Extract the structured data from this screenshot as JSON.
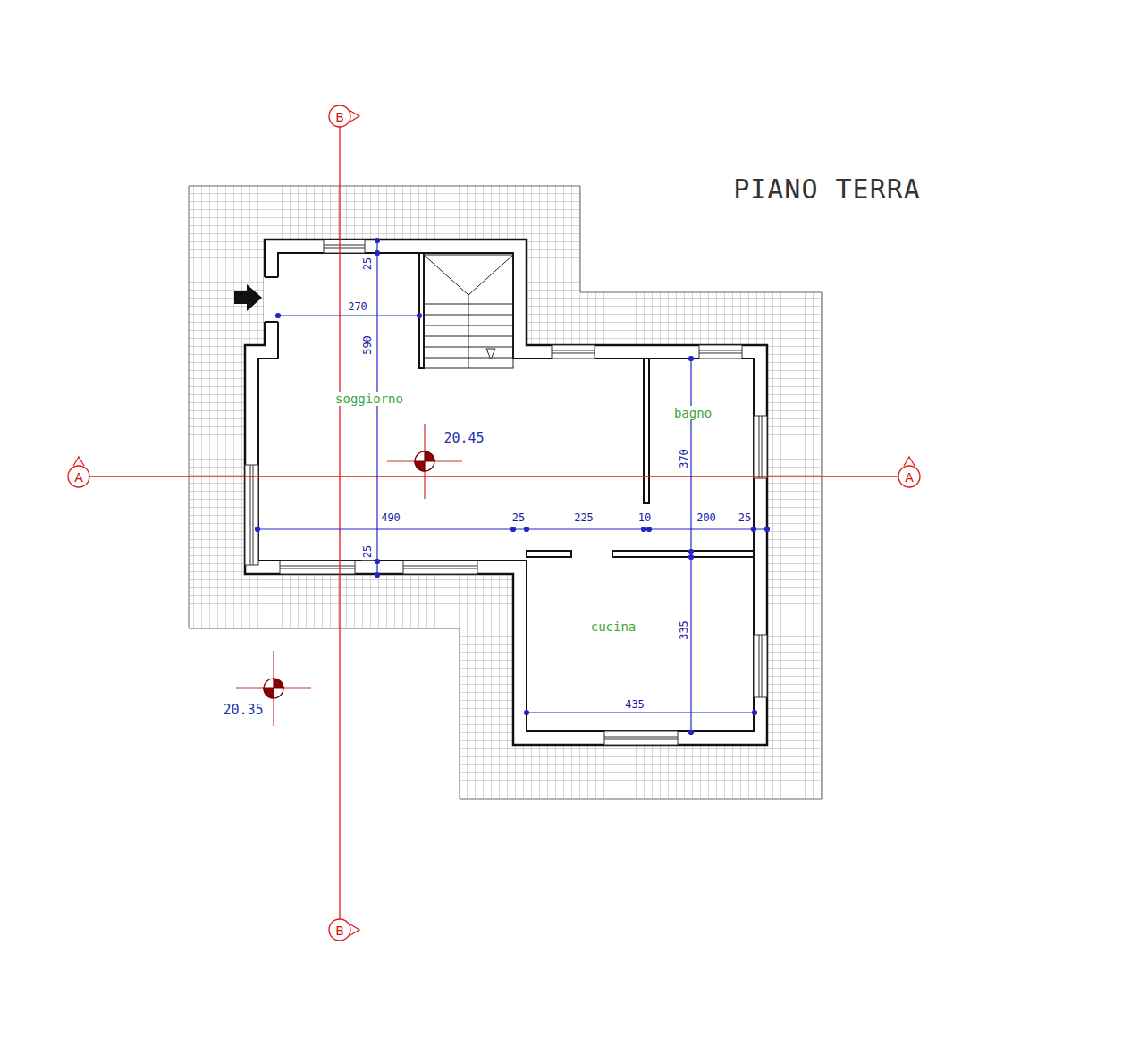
{
  "diagram": {
    "title": "PIANO TERRA",
    "labels": [
      "B",
      "25",
      "270",
      "590",
      "soggiorno",
      "bagno",
      "20.45",
      "370",
      "A",
      "A",
      "490",
      "25",
      "225",
      "10",
      "200",
      "25",
      "25",
      "cucina",
      "335",
      "435",
      "20.35",
      "B"
    ]
  }
}
